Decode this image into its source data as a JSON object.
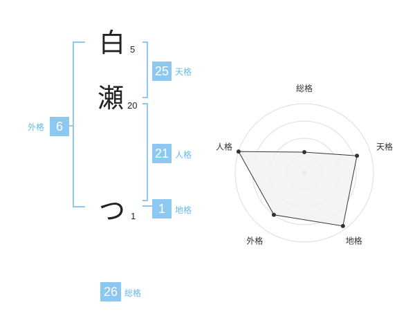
{
  "name": {
    "chars": [
      {
        "char": "白",
        "strokes": "5"
      },
      {
        "char": "瀬",
        "strokes": "20"
      },
      {
        "char": "つ",
        "strokes": "1"
      }
    ]
  },
  "grades": {
    "tenkaku": {
      "value": "25",
      "label": "天格"
    },
    "jinkaku": {
      "value": "21",
      "label": "人格"
    },
    "chikaku": {
      "value": "1",
      "label": "地格"
    },
    "gaikaku": {
      "value": "6",
      "label": "外格"
    },
    "soukaku": {
      "value": "26",
      "label": "総格"
    }
  },
  "chart_data": {
    "type": "radar",
    "axes": [
      "総格",
      "天格",
      "地格",
      "外格",
      "人格"
    ],
    "values": [
      0.3,
      0.8,
      0.95,
      0.75,
      1.0
    ],
    "range": [
      0,
      1
    ],
    "rings": 4,
    "colors": {
      "fill": "#f2f2f2",
      "line": "#333333",
      "grid": "#dddddd",
      "point": "#333333",
      "center": "#bbbbbb"
    }
  }
}
